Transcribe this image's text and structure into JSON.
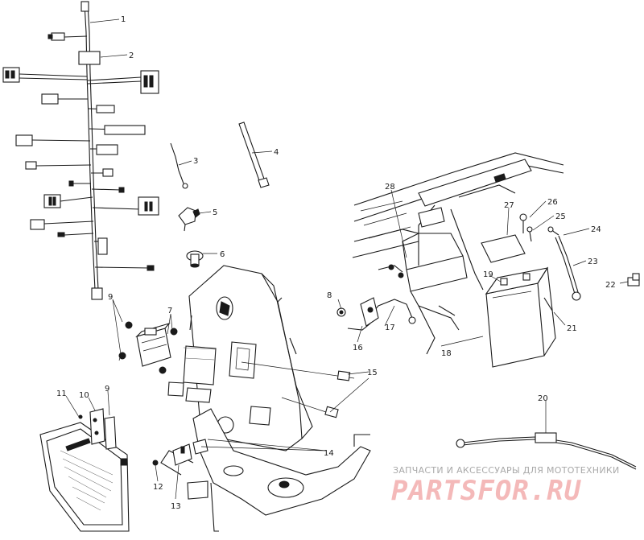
{
  "diagram": {
    "callouts": [
      "1",
      "2",
      "3",
      "4",
      "5",
      "6",
      "7",
      "8",
      "9",
      "9",
      "10",
      "11",
      "12",
      "13",
      "14",
      "15",
      "16",
      "17",
      "18",
      "19",
      "20",
      "21",
      "22",
      "23",
      "24",
      "25",
      "26",
      "27",
      "28"
    ]
  },
  "watermark": {
    "tagline": "ЗАПЧАСТИ И АКСЕССУАРЫ ДЛЯ МОТОТЕХНИКИ",
    "logo": "PARTSFOR.RU",
    "color": "#f4b9b9"
  }
}
